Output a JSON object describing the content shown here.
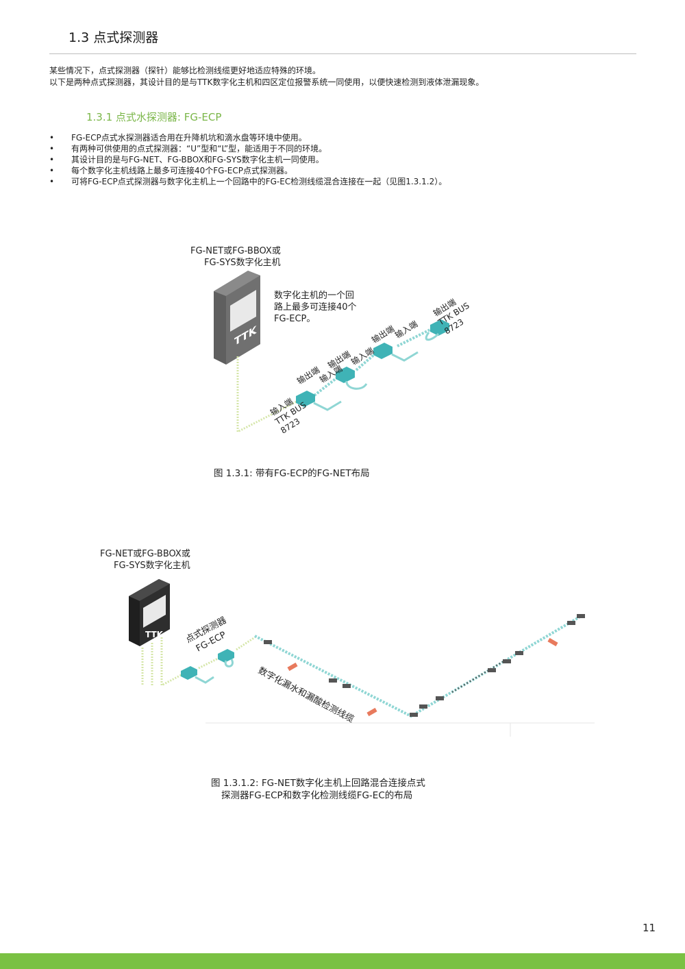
{
  "header": {
    "section_title": "1.3 点式探测器"
  },
  "intro": {
    "line1": "某些情况下，点式探测器（探针）能够比检测线缆更好地适应特殊的环境。",
    "line2": "以下是两种点式探测器，其设计目的是与TTK数字化主机和四区定位报警系统一同使用，以便快速检测到液体泄漏现象。"
  },
  "subsection": {
    "title": "1.3.1 点式水探测器: FG-ECP"
  },
  "bullets": [
    "FG-ECP点式水探测器适合用在升降机坑和滴水盘等环境中使用。",
    "有两种可供使用的点式探测器：“U”型和“L”型，能适用于不同的环境。",
    "其设计目的是与FG-NET、FG-BBOX和FG-SYS数字化主机一同使用。",
    "每个数字化主机线路上最多可连接40个FG-ECP点式探测器。",
    "可将FG-ECP点式探测器与数字化主机上一个回路中的FG-EC检测线缆混合连接在一起（见图1.3.1.2）。"
  ],
  "figure1": {
    "controller_label_line1": "FG-NET或FG-BBOX或",
    "controller_label_line2": "FG-SYS数字化主机",
    "note_line1": "数字化主机的一个回",
    "note_line2": "路上最多可连接40个",
    "note_line3": "FG-ECP。",
    "logo_text": "TTK",
    "input_label": "输入端",
    "output_label": "输出端",
    "bus_label": "TTK BUS",
    "bus_number": "8723",
    "caption": "图 1.3.1: 带有FG-ECP的FG-NET布局"
  },
  "figure2": {
    "controller_label_line1": "FG-NET或FG-BBOX或",
    "controller_label_line2": "FG-SYS数字化主机",
    "probe_label_line1": "点式探测器",
    "probe_label_line2": "FG-ECP",
    "cable_label": "数字化漏水和漏酸检测线缆",
    "logo_text": "TTK",
    "caption_line1": "图 1.3.1.2: FG-NET数字化主机上回路混合连接点式",
    "caption_line2": "探测器FG-ECP和数字化检测线缆FG-EC的布局"
  },
  "footer": {
    "page_number": "11"
  },
  "colors": {
    "accent_green": "#7ac143",
    "subtitle_green": "#7ab648",
    "probe_teal": "#3fb3b6",
    "cable_teal": "#8fd6d4",
    "controller_grey": "#6e6e6e",
    "controller_dark": "#2b2b2b"
  }
}
